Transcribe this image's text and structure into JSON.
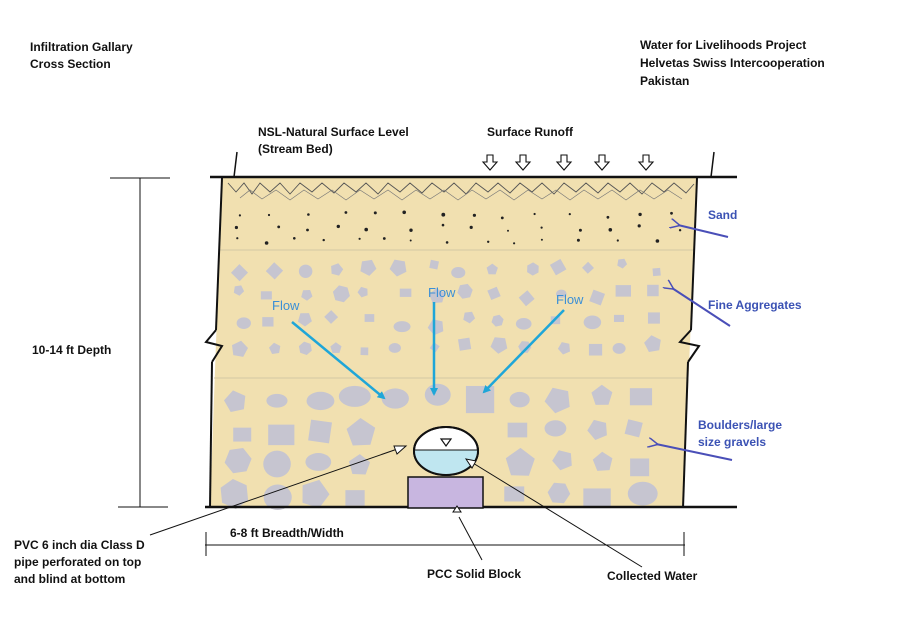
{
  "title": {
    "line1": "Infiltration Gallary",
    "line2": "Cross Section"
  },
  "org": {
    "line1": "Water for Livelihoods Project",
    "line2": "Helvetas Swiss Intercooperation",
    "line3": "Pakistan"
  },
  "labels": {
    "nsl_line1": "NSL-Natural Surface Level",
    "nsl_line2": "(Stream Bed)",
    "runoff": "Surface Runoff",
    "depth": "10-14 ft Depth",
    "sand": "Sand",
    "fine": "Fine Aggregates",
    "boulders_line1": "Boulders/large",
    "boulders_line2": "size gravels",
    "breadth": "6-8 ft Breadth/Width",
    "pvc_line1": "PVC 6 inch dia Class D",
    "pvc_line2": "pipe perforated on top",
    "pvc_line3": "and blind at bottom",
    "pcc": "PCC Solid Block",
    "collected": "Collected Water",
    "flow": "Flow"
  },
  "colors": {
    "soil": "#f1e0b0",
    "stone": "#c6c5d0",
    "water": "#bfe6f0",
    "block": "#c8b6e0",
    "flow_arrow": "#1fa6d8",
    "layer_arrow": "#4a4fb8"
  }
}
